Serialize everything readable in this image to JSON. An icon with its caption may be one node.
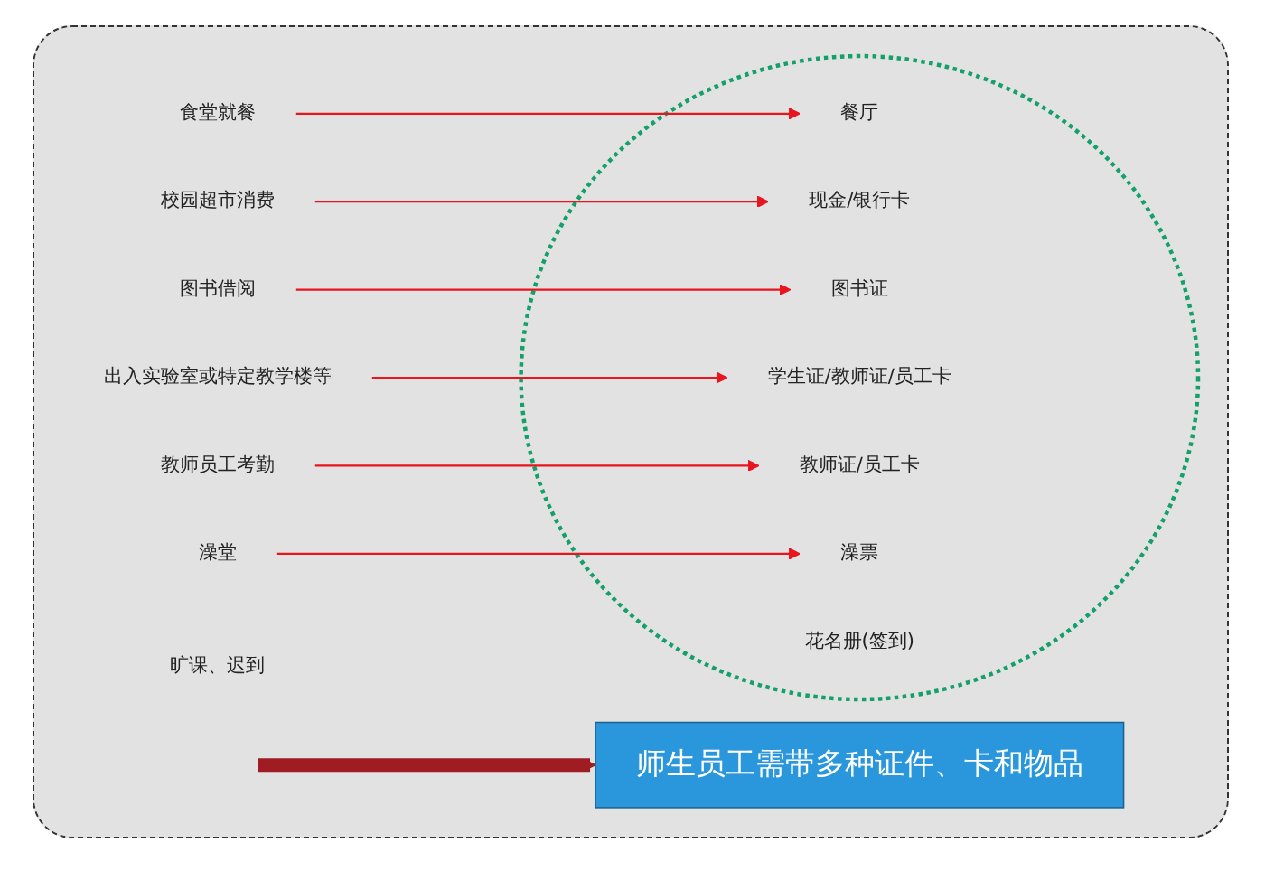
{
  "diagram": {
    "nodes": [
      {
        "text": [
          "食堂就餐"
        ]
      },
      {
        "text": [
          "校园超市消费"
        ]
      },
      {
        "text": [
          "图书借阅"
        ]
      },
      {
        "text": [
          "出入实验室或特定教学楼等"
        ]
      },
      {
        "text": [
          "教师员工考勤"
        ]
      },
      {
        "text": [
          "澡堂"
        ]
      },
      {
        "text": [
          "旷课、迟到"
        ]
      },
      {
        "text": [],
        "shape": "ellipse"
      },
      {
        "text": [
          "餐厅"
        ],
        "in": 7
      },
      {
        "text": [
          "现金/银行卡"
        ],
        "in": 7
      },
      {
        "text": [
          "图书证"
        ],
        "in": 7
      },
      {
        "text": [
          "学生证/教师证/员工卡"
        ],
        "in": 7
      },
      {
        "text": [
          "教师证/员工卡"
        ],
        "in": 7
      },
      {
        "text": [
          "澡票"
        ],
        "in": 7
      },
      {
        "text": [
          "花名册(签到)"
        ],
        "in": 7
      },
      {
        "text": [
          "师生员工需带多种证件、卡和物品"
        ]
      }
    ],
    "edges": [
      {
        "from": 0,
        "to": 8,
        "arrow": "to"
      },
      {
        "from": 1,
        "to": 9,
        "arrow": "to"
      },
      {
        "from": 2,
        "to": 10,
        "arrow": "to"
      },
      {
        "from": 3,
        "to": 11,
        "arrow": "to"
      },
      {
        "from": 4,
        "to": 12,
        "arrow": "to"
      },
      {
        "from": 5,
        "to": 13,
        "arrow": "to"
      },
      {
        "from": null,
        "to": 15,
        "arrow": "to",
        "style": "thick",
        "color": "#9e1c22"
      }
    ]
  }
}
